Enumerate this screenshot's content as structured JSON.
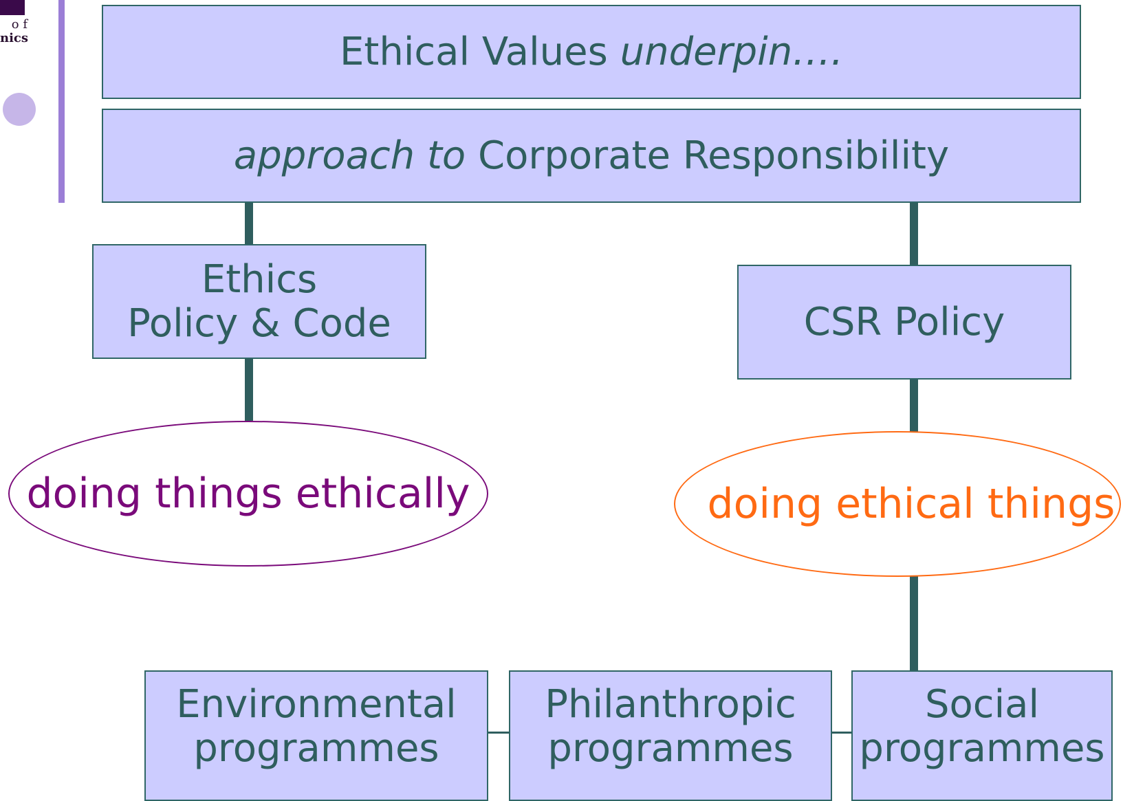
{
  "logo": {
    "line1": "o f",
    "line2": "nics"
  },
  "top_box": {
    "normal": "Ethical Values ",
    "italic": "underpin…."
  },
  "second_box": {
    "italic": "approach to",
    "normal": " Corporate Responsibility"
  },
  "ethics_box": {
    "line1": "Ethics",
    "line2": "Policy & Code"
  },
  "csr_box": {
    "label": "CSR Policy"
  },
  "left_ellipse": {
    "label": "doing things ethically"
  },
  "right_ellipse": {
    "label": "doing ethical things"
  },
  "programmes": [
    {
      "line1": "Environmental",
      "line2": "programmes"
    },
    {
      "line1": "Philanthropic",
      "line2": "programmes"
    },
    {
      "line1": "Social",
      "line2": "programmes"
    }
  ],
  "colors": {
    "box_fill": "#ccccff",
    "text": "#2f5e5e",
    "purple": "#7a0a7a",
    "orange": "#ff6a13"
  }
}
